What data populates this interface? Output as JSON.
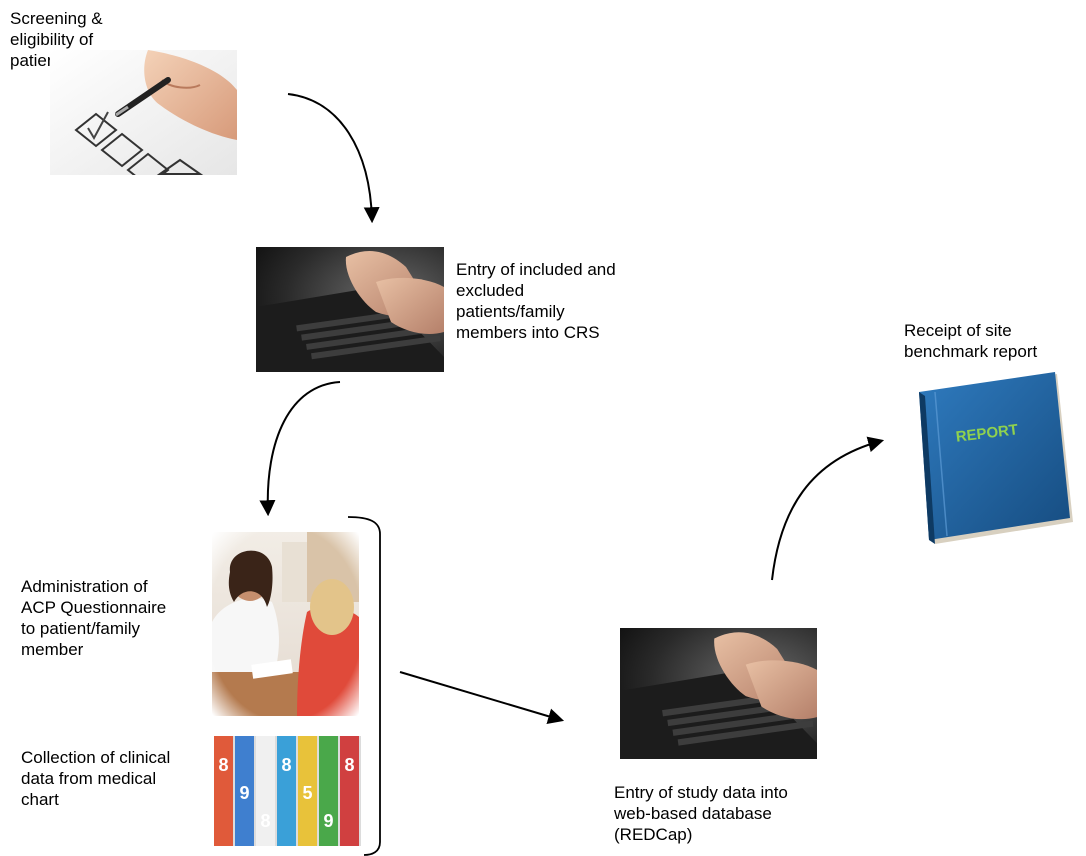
{
  "steps": {
    "screening": [
      "Screening &",
      "eligibility of",
      "patients/family"
    ],
    "crs_entry": [
      "Entry of included and",
      "excluded",
      "patients/family",
      "members into CRS"
    ],
    "questionnaire": [
      "Administration of",
      "ACP Questionnaire",
      "to patient/family",
      "member"
    ],
    "clinical_data": [
      "Collection of clinical",
      "data from medical",
      "chart"
    ],
    "redcap_entry": [
      "Entry of study data into",
      "web-based database",
      "(REDCap)"
    ],
    "benchmark": [
      "Receipt of site",
      "benchmark report"
    ]
  },
  "images": {
    "report_book_text": "REPORT",
    "chart_tab_digits": [
      "8",
      "9",
      "8",
      "8",
      "5",
      "9",
      "8"
    ]
  },
  "colors": {
    "arrow": "#000000",
    "book_cover": "#1f5e9c",
    "book_text": "#8fd14f"
  }
}
